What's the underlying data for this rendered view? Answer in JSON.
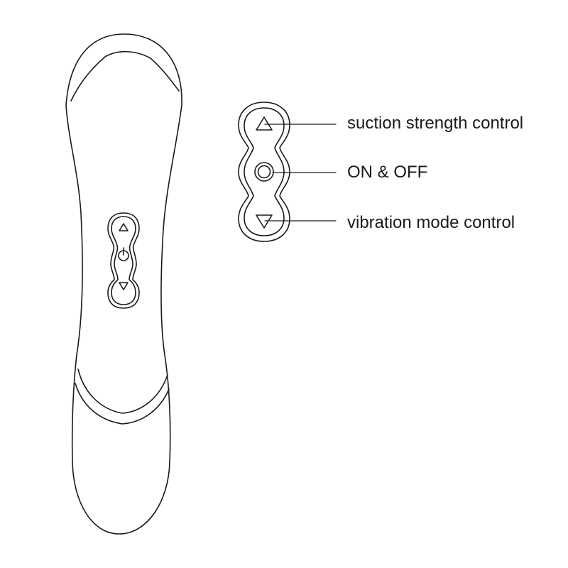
{
  "callouts": {
    "suction": "suction strength control",
    "power": "ON & OFF",
    "vibration": "vibration mode control"
  },
  "icons": {
    "up_button": "triangle-up-icon",
    "power_button": "circle-button-icon",
    "down_button": "triangle-down-icon",
    "device_power": "power-icon"
  },
  "colors": {
    "line": "#1a1a1a",
    "background": "#ffffff"
  }
}
